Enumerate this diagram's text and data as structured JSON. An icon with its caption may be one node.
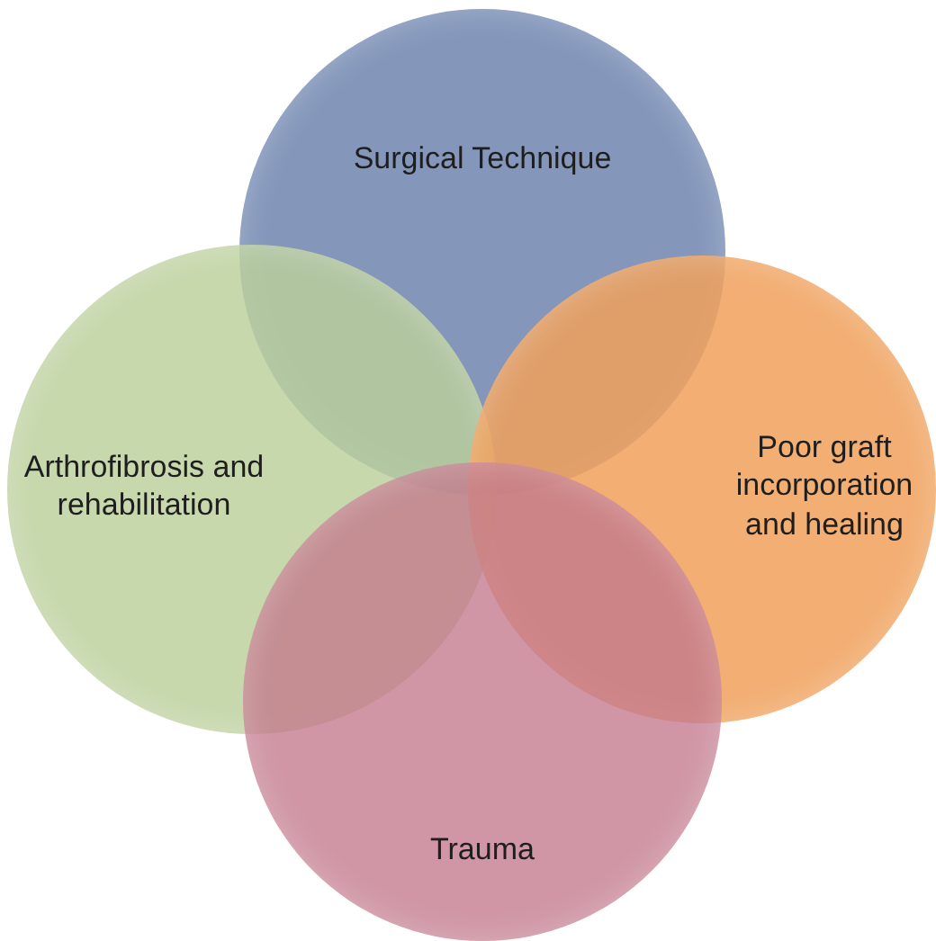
{
  "diagram": {
    "nodes": [
      {
        "text": [
          "Surgical Technique"
        ]
      },
      {
        "text": [
          "Arthrofibrosis and rehabilitation"
        ]
      },
      {
        "text": [
          "Poor graft incorporation and healing"
        ]
      },
      {
        "text": [
          "Trauma"
        ]
      }
    ]
  }
}
